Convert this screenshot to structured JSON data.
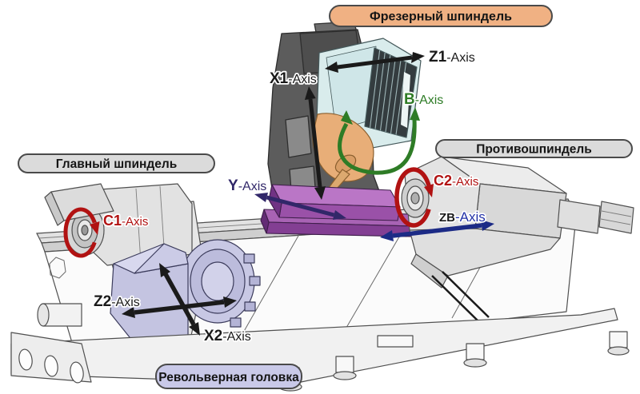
{
  "palette": {
    "black": "#1A1A1A",
    "red": "#B11212",
    "green": "#2E7C26",
    "purple": "#312769",
    "blue_text": "#2433A8",
    "blue_arrow": "#1C2B86",
    "callout_border": "#4A4A4A",
    "milling_bg": "#F0B183",
    "spindle_bg": "#DBDBDB",
    "turret_bg": "#C9C9E8",
    "column": "#5C5C5C",
    "motor": "#D9ECEC",
    "grille": "#343C3F",
    "tool_head": "#E8AE78",
    "slide": "#9A51A8",
    "turret_body": "#C4C4E1",
    "machine_body": "#FBFBFB"
  },
  "callouts": {
    "milling_spindle": "Фрезерный шпиндель",
    "main_spindle": "Главный шпиндель",
    "counter_spindle": "Противошпиндель",
    "turret": "Револьверная головка"
  },
  "axes": {
    "z1": {
      "name": "Z1",
      "suffix": "-Axis"
    },
    "x1": {
      "name": "X1",
      "suffix": "-Axis"
    },
    "b": {
      "name": "B",
      "suffix": "-Axis"
    },
    "y": {
      "name": "Y",
      "suffix": "-Axis"
    },
    "c1": {
      "name": "C1",
      "suffix": "-Axis"
    },
    "c2": {
      "name": "C2",
      "suffix": "-Axis"
    },
    "zb": {
      "name": "ZB",
      "suffix": "-Axis"
    },
    "z2": {
      "name": "Z2",
      "suffix": "-Axis"
    },
    "x2": {
      "name": "X2",
      "suffix": "-Axis"
    }
  }
}
